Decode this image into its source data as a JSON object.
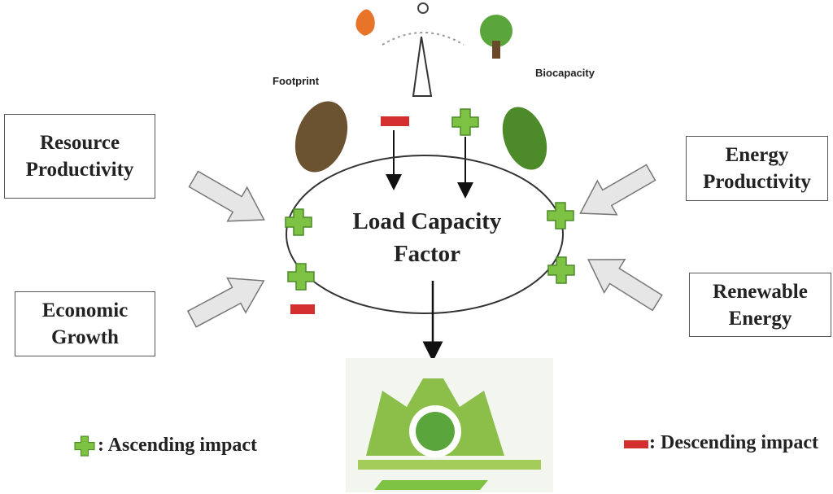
{
  "center_label": {
    "line1": "Load Capacity",
    "line2": "Factor"
  },
  "top": {
    "footprint": "Footprint",
    "biocapacity": "Biocapacity"
  },
  "boxes": {
    "resource_productivity": {
      "line1": "Resource",
      "line2": "Productivity"
    },
    "economic_growth": {
      "line1": "Economic",
      "line2": "Growth"
    },
    "energy_productivity": {
      "line1": "Energy",
      "line2": "Productivity"
    },
    "renewable_energy": {
      "line1": "Renewable",
      "line2": "Energy"
    }
  },
  "legend": {
    "ascending": ": Ascending impact",
    "descending": ": Descending impact"
  },
  "colors": {
    "plus": "#7dc242",
    "minus": "#d32f2f",
    "arrow_fill": "#e6e6e6"
  }
}
